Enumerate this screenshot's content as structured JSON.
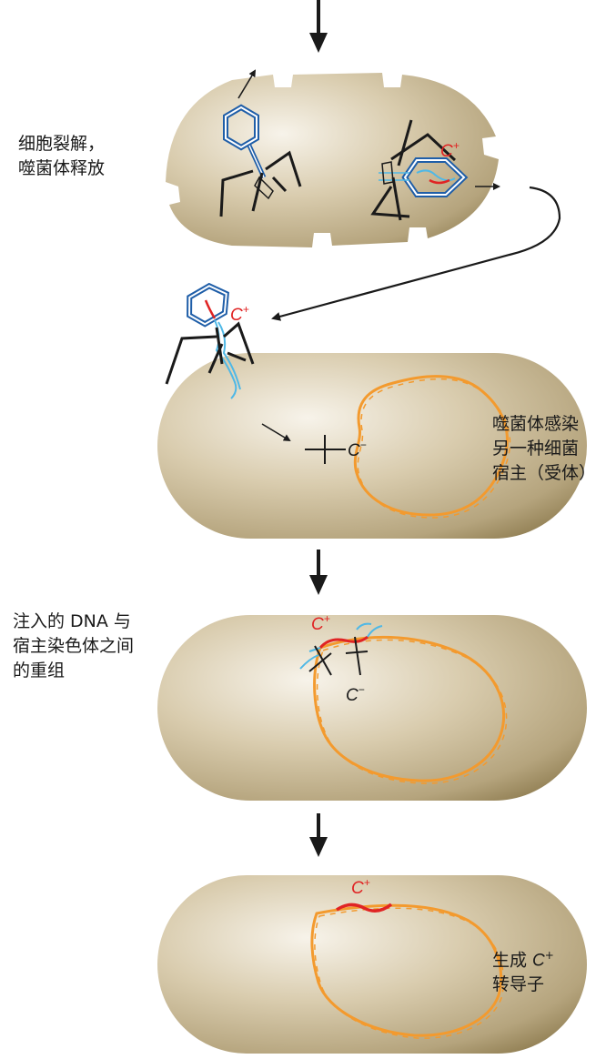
{
  "labels": {
    "lysis_line1": "细胞裂解，",
    "lysis_line2": "噬菌体释放",
    "infect_line1": "噬菌体感染",
    "infect_line2": "另一种细菌",
    "infect_line3": "宿主（受体）",
    "recomb_line1": "注入的 DNA 与",
    "recomb_line2": "宿主染色体之间",
    "recomb_line3": "的重组",
    "result_prefix": "生成 ",
    "result_line2": "转导子"
  },
  "markers": {
    "c_plus": "C",
    "plus_sup": "+",
    "c_minus": "C",
    "minus_sup": "−"
  },
  "colors": {
    "cell_body": "#cfc1a0",
    "phage_head": "#1f5ea8",
    "donor_dna": "#e02424",
    "phage_dna": "#4fb8e6",
    "host_chromosome": "#f39a2e",
    "arrow": "#1a1a1a"
  }
}
